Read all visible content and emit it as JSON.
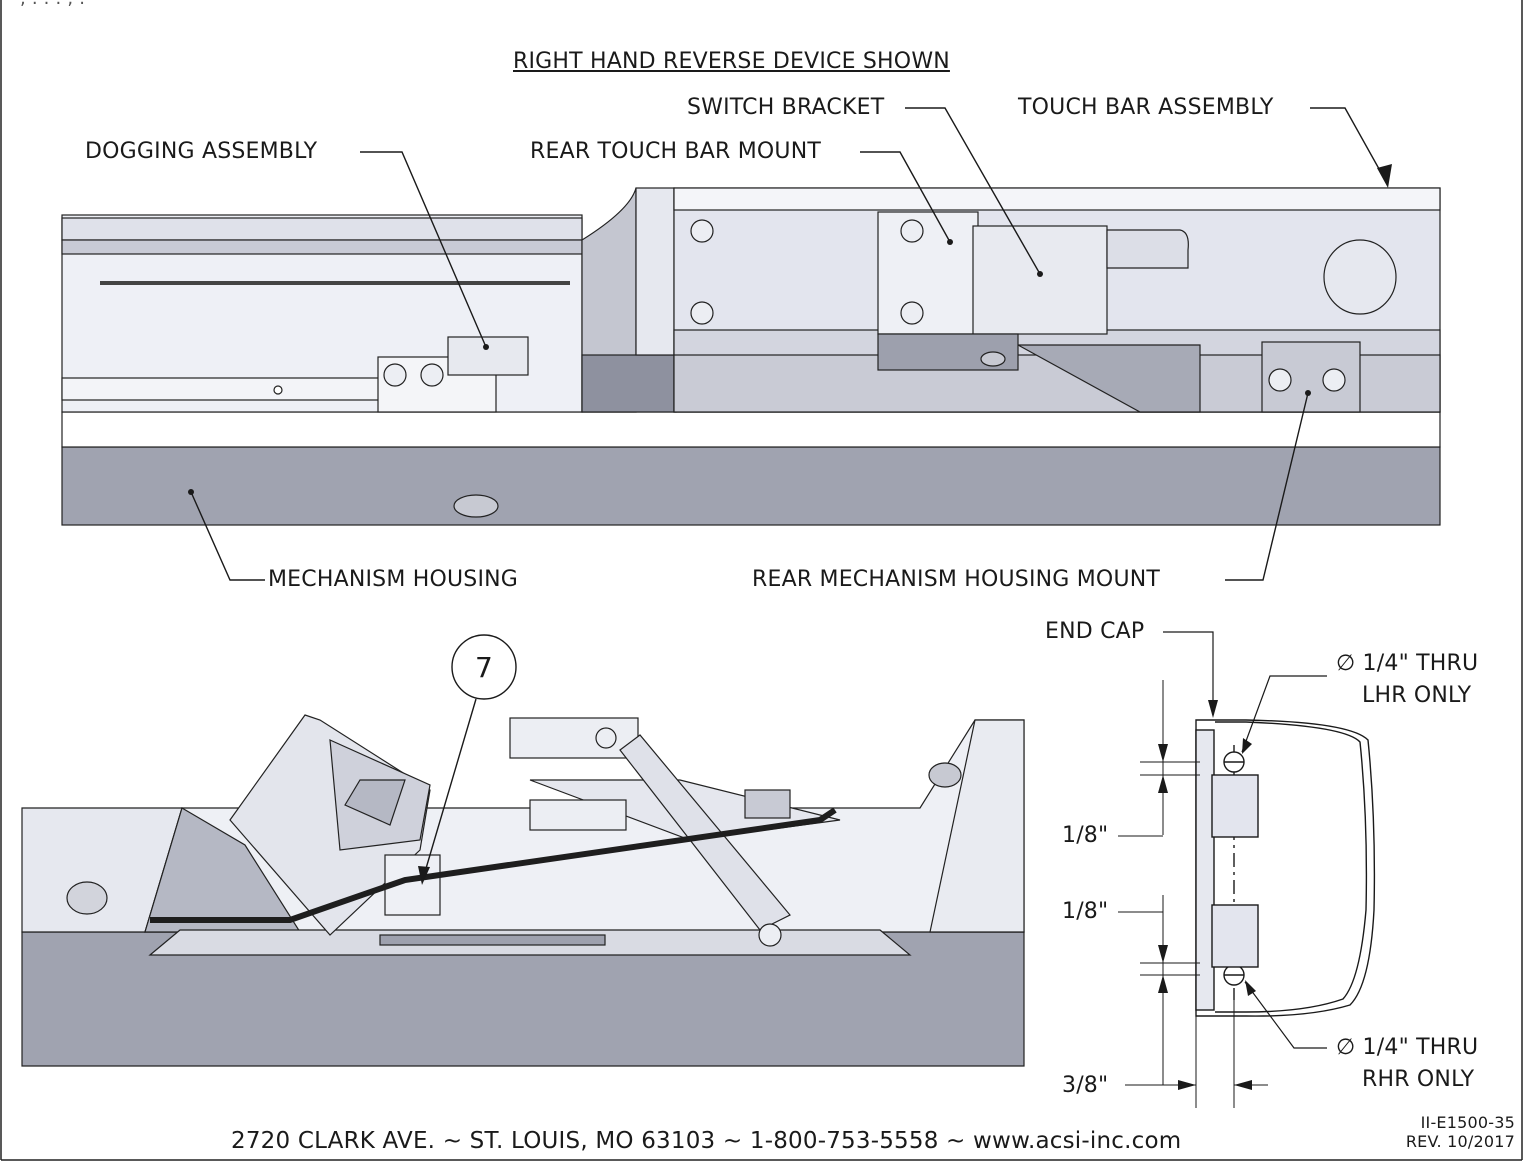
{
  "header": {
    "cut_text": "  ,         .     .                     .               ,    .             "
  },
  "top_view": {
    "caption": "RIGHT HAND REVERSE DEVICE SHOWN",
    "callouts": {
      "switch_bracket": "SWITCH BRACKET",
      "touch_bar_assembly": "TOUCH BAR ASSEMBLY",
      "dogging_assembly": "DOGGING ASSEMBLY",
      "rear_touch_bar_mount": "REAR TOUCH BAR MOUNT",
      "mechanism_housing": "MECHANISM HOUSING",
      "rear_mechanism_housing_mount": "REAR MECHANISM HOUSING MOUNT"
    }
  },
  "detail_view": {
    "item_number": "7"
  },
  "end_cap_view": {
    "end_cap": "END CAP",
    "hole_top_line1": "∅ 1/4\" THRU",
    "hole_top_line2": "LHR ONLY",
    "hole_bottom_line1": "∅ 1/4\" THRU",
    "hole_bottom_line2": "RHR ONLY",
    "dim_top": "1/8\"",
    "dim_middle": "1/8\"",
    "dim_bottom": "3/8\""
  },
  "footer": {
    "address": "2720 CLARK AVE.  ~  ST. LOUIS, MO 63103  ~  1-800-753-5558  ~  www.acsi-inc.com",
    "doc_number": "II-E1500-35",
    "revision": "REV. 10/2017"
  },
  "colors": {
    "housing": "#a0a3b0",
    "housing_dark": "#7f8291",
    "bar_light": "#e3e5ee",
    "outline": "#1a1a1a"
  }
}
